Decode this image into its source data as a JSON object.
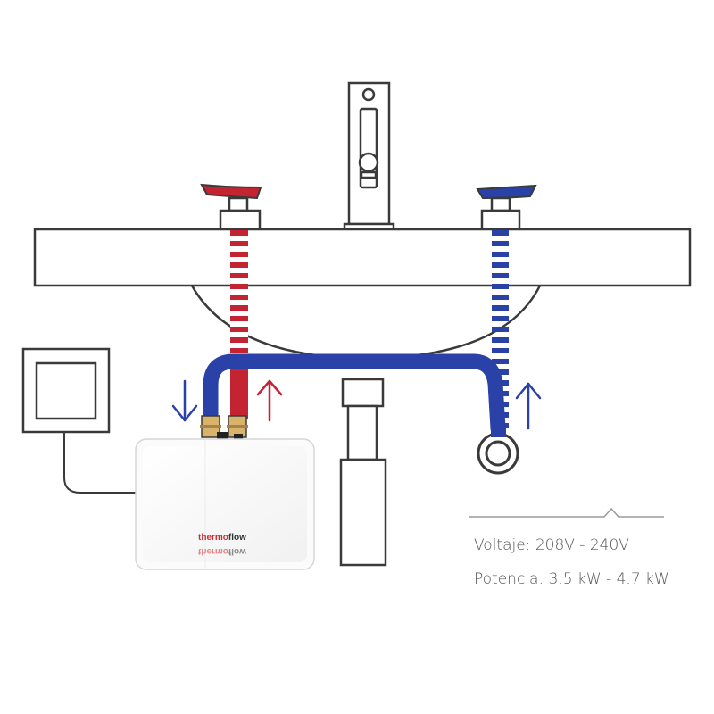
{
  "brand": {
    "logo_bold": "thermo",
    "logo_light": "flow",
    "logo_bold_color": "#d42a32",
    "logo_light_color": "#333333"
  },
  "specs": {
    "voltage": "Voltaje: 208V - 240V",
    "power": "Potencia: 3.5 kW - 4.7 kW"
  },
  "colors": {
    "hot": "#c42331",
    "cold": "#2a41a8",
    "outline": "#3a3a3a"
  },
  "icons": {
    "down_arrow": "arrow-down-icon",
    "up_arrow": "arrow-up-icon"
  }
}
